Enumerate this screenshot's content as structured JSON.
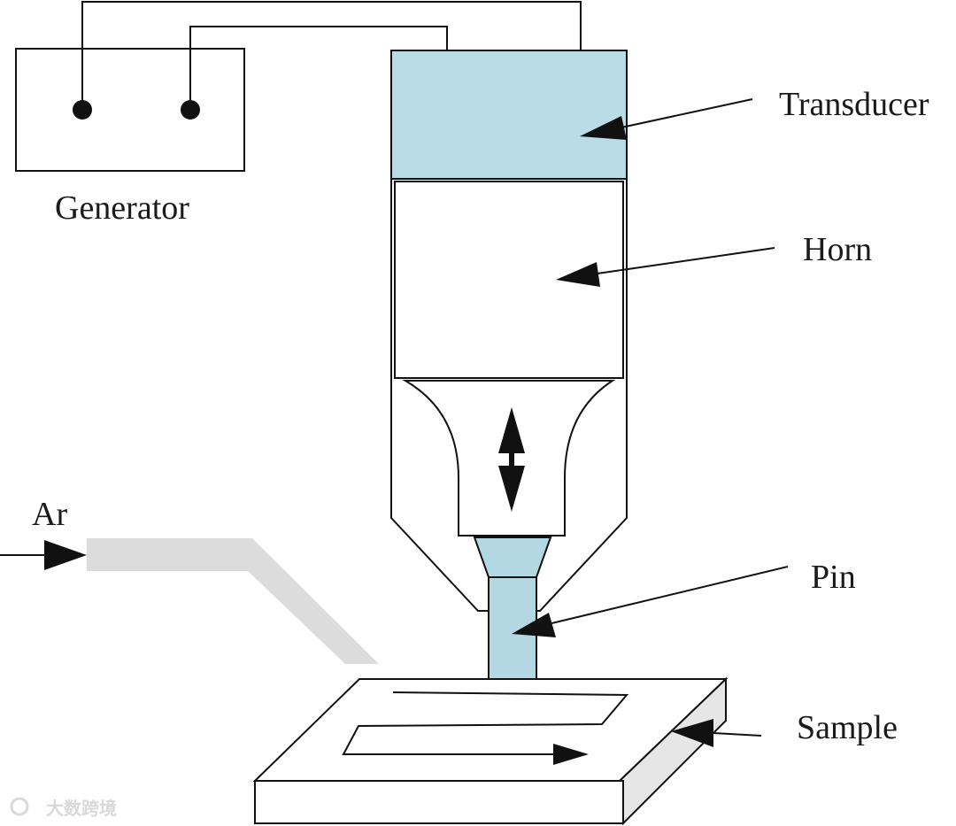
{
  "labels": {
    "generator": "Generator",
    "transducer": "Transducer",
    "horn": "Horn",
    "pin": "Pin",
    "sample": "Sample",
    "argon": "Ar"
  },
  "watermark": "大数跨境",
  "colors": {
    "transducer_fill": "#b9dce6",
    "pin_fill": "#b3d8e3",
    "gas_tube": "#dcdcdc",
    "line": "#111111"
  }
}
